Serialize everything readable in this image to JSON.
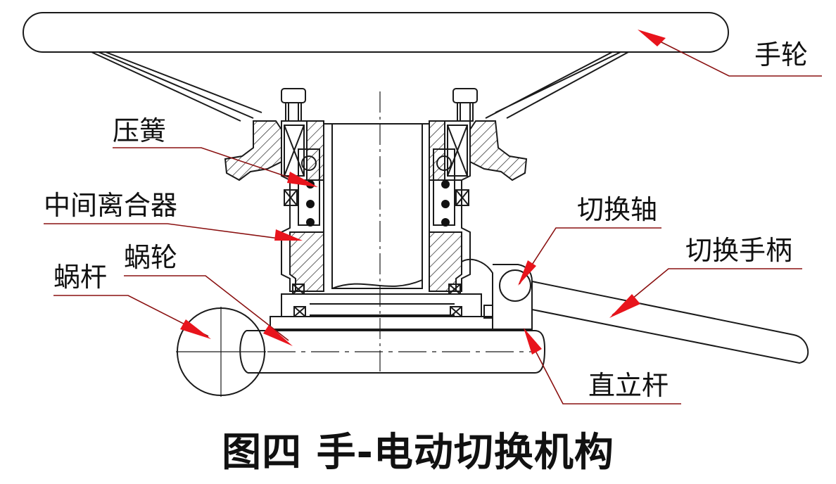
{
  "caption": "图四 手-电动切换机构",
  "labels": {
    "handwheel": "手轮",
    "spring": "压簧",
    "clutch": "中间离合器",
    "worm_wheel": "蜗轮",
    "worm": "蜗杆",
    "switch_shaft": "切换轴",
    "switch_handle": "切换手柄",
    "vertical_rod": "直立杆"
  },
  "colors": {
    "line": "#1a1a1a",
    "arrow": "#e8141c",
    "leader": "#8a1010"
  }
}
